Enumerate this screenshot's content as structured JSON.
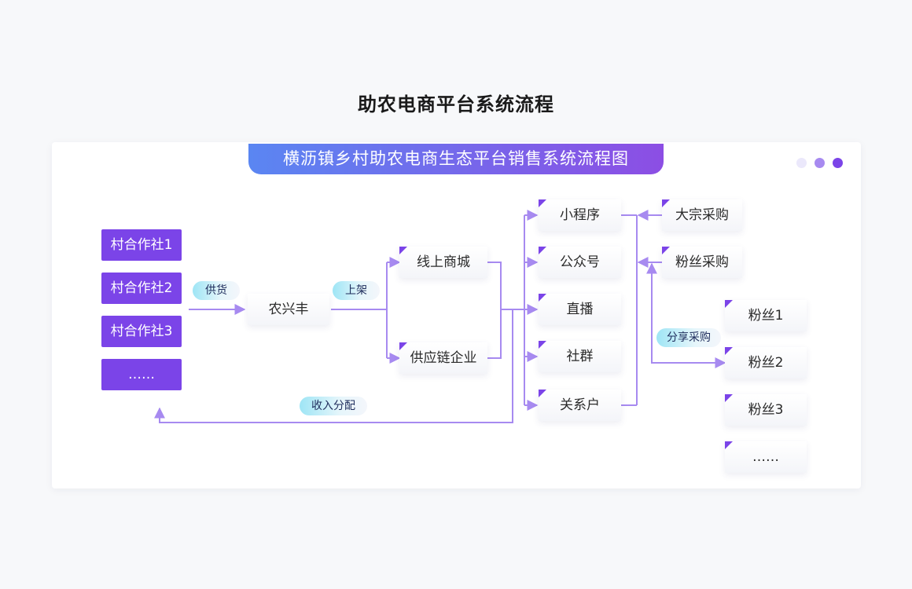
{
  "page": {
    "title": "助农电商平台系统流程"
  },
  "diagram": {
    "banner": "横沥镇乡村助农电商生态平台销售系统流程图",
    "window_dots": [
      "#ebe8fb",
      "#a78af0",
      "#7b44e8"
    ],
    "accent_color": "#7b44e8",
    "connector_color": "#a78af0",
    "cooperatives": [
      "村合作社1",
      "村合作社2",
      "村合作社3",
      "……"
    ],
    "supplier": "农兴丰",
    "channels": [
      "线上商城",
      "供应链企业"
    ],
    "outlets": [
      "小程序",
      "公众号",
      "直播",
      "社群",
      "关系户"
    ],
    "buyers": [
      "大宗采购",
      "粉丝采购"
    ],
    "fans": [
      "粉丝1",
      "粉丝2",
      "粉丝3",
      "……"
    ],
    "labels": {
      "supply": "供货",
      "listing": "上架",
      "share_purchase": "分享采购",
      "income_distribution": "收入分配"
    }
  }
}
